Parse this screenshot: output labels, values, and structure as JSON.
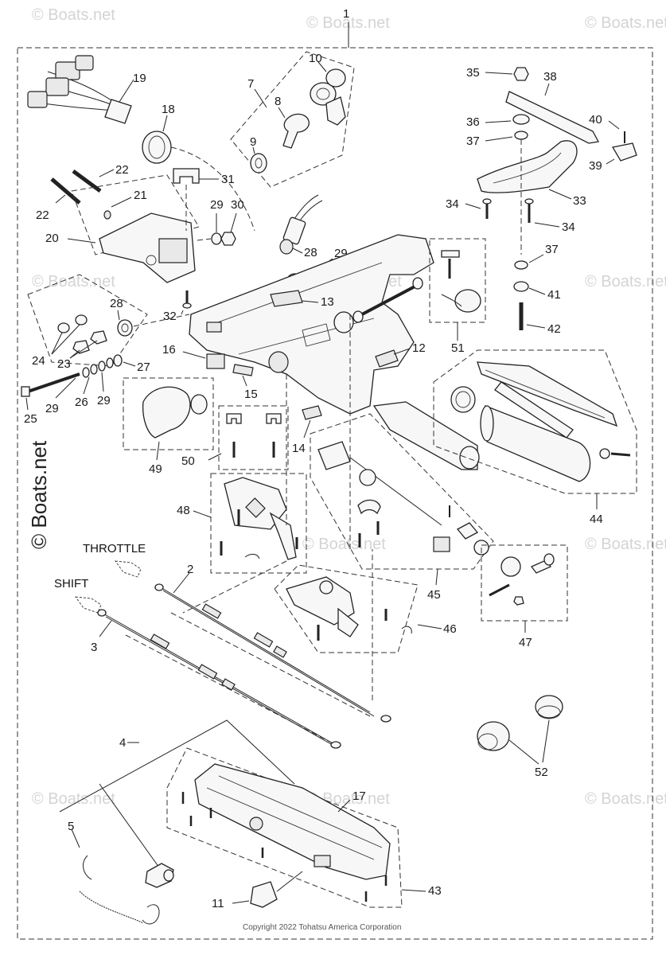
{
  "watermark": "© Boats.net",
  "watermark_side": "© Boats.net",
  "copyright": "Copyright 2022 Tohatsu America Corporation",
  "labels": {
    "throttle": "THROTTLE",
    "shift": "SHIFT"
  },
  "callouts": {
    "1": "1",
    "2": "2",
    "3": "3",
    "4": "4",
    "5": "5",
    "7": "7",
    "8": "8",
    "9": "9",
    "10": "10",
    "11": "11",
    "12": "12",
    "13": "13",
    "14": "14",
    "15": "15",
    "16": "16",
    "17": "17",
    "18": "18",
    "19": "19",
    "20": "20",
    "21": "21",
    "22a": "22",
    "22b": "22",
    "23": "23",
    "24": "24",
    "25": "25",
    "26": "26",
    "27": "27",
    "28a": "28",
    "28b": "28",
    "29a": "29",
    "29b": "29",
    "29c": "29",
    "29d": "29",
    "30": "30",
    "31": "31",
    "32": "32",
    "33": "33",
    "34a": "34",
    "34b": "34",
    "35": "35",
    "36": "36",
    "37a": "37",
    "37b": "37",
    "38": "38",
    "39": "39",
    "40": "40",
    "41": "41",
    "42": "42",
    "43": "43",
    "44": "44",
    "45": "45",
    "46": "46",
    "47": "47",
    "48": "48",
    "49": "49",
    "50": "50",
    "51": "51",
    "52": "52"
  }
}
